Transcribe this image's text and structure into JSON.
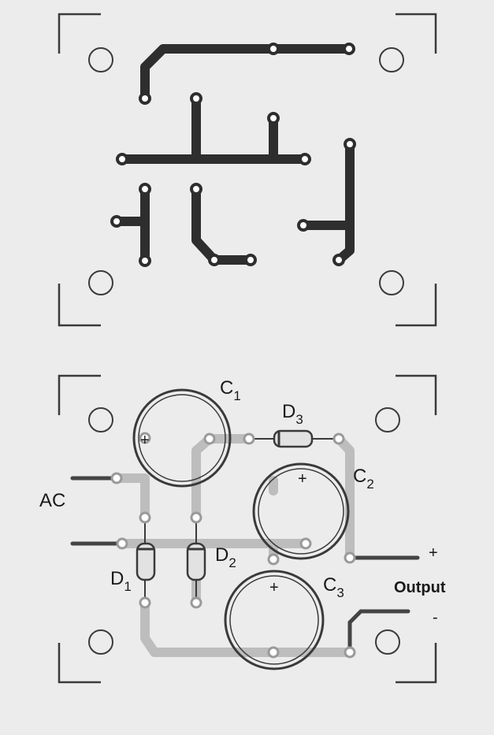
{
  "labels": {
    "c1": "C",
    "c1_sub": "1",
    "c2": "C",
    "c2_sub": "2",
    "c3": "C",
    "c3_sub": "3",
    "d1": "D",
    "d1_sub": "1",
    "d2": "D",
    "d2_sub": "2",
    "d3": "D",
    "d3_sub": "3",
    "ac": "AC",
    "output": "Output",
    "plus": "+",
    "minus": "-"
  },
  "colors": {
    "background": "#ececec",
    "copper_trace": "#2e2e2e",
    "silk_trace": "#bdbdbd",
    "outline": "#3a3a3a",
    "wire": "#444444"
  }
}
